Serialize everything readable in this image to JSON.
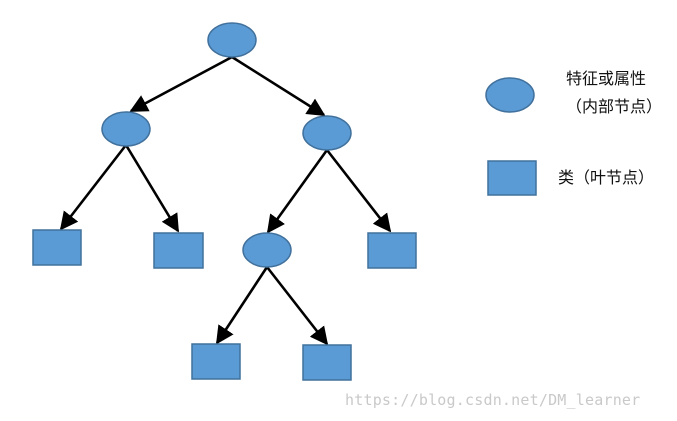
{
  "colors": {
    "node_fill": "#5b9bd5",
    "node_stroke": "#41719c",
    "edge": "#000000",
    "watermark": "#c9c9c9"
  },
  "tree": {
    "internal_nodes": [
      "root",
      "left-child",
      "right-child",
      "right-left-child"
    ],
    "leaf_nodes": [
      "leaf-ll",
      "leaf-lr",
      "leaf-rr",
      "leaf-rll",
      "leaf-rlr"
    ]
  },
  "legend": {
    "internal_label": "特征或属性",
    "internal_sub": "（内部节点）",
    "leaf_label": "类（叶节点）"
  },
  "watermark": "https://blog.csdn.net/DM_learner"
}
